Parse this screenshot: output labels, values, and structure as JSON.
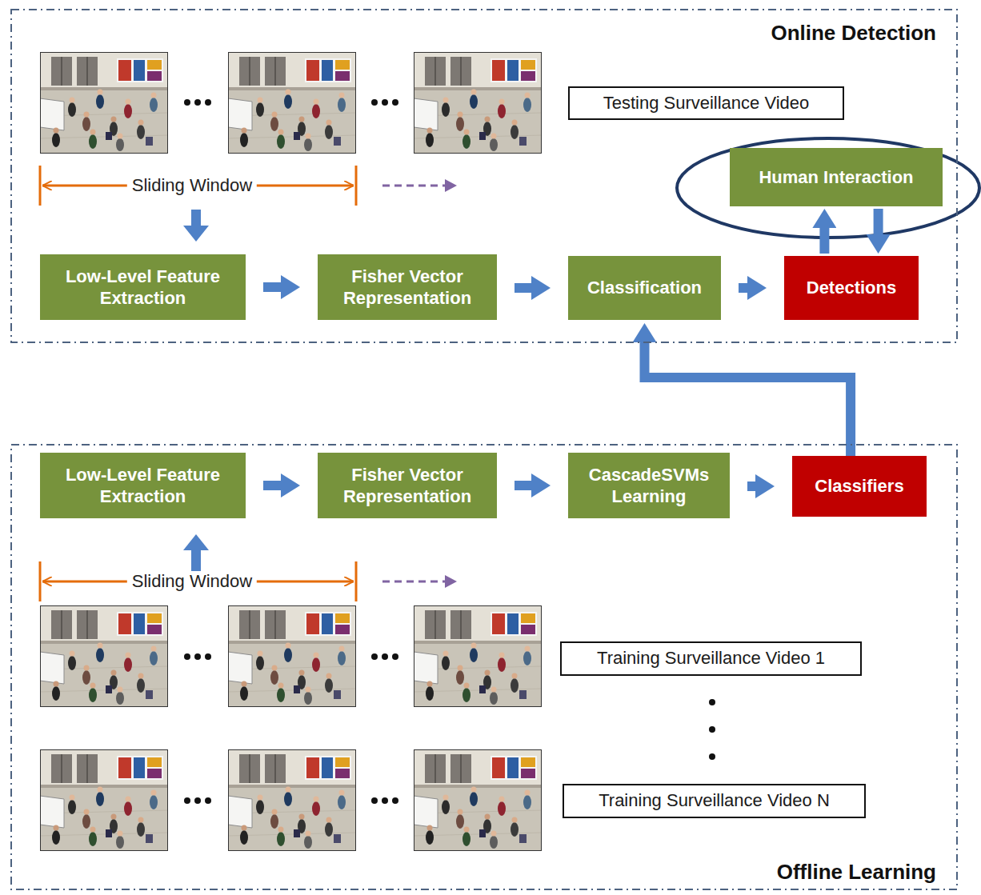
{
  "diagram": {
    "nodes": [
      {
        "text": [
          "Online Detection"
        ]
      },
      {
        "text": [
          "Testing Surveillance Video"
        ],
        "in": 0
      },
      {
        "text": [
          "Human Interaction"
        ],
        "in": 0
      },
      {
        "text": [
          "Low-Level Feature Extraction"
        ],
        "in": 0
      },
      {
        "text": [
          "Fisher Vector Representation"
        ],
        "in": 0
      },
      {
        "text": [
          "Classification"
        ],
        "in": 0
      },
      {
        "text": [
          "Detections"
        ],
        "in": 0
      },
      {
        "text": [
          "Offline Learning"
        ]
      },
      {
        "text": [
          "Low-Level Feature Extraction"
        ],
        "in": 7
      },
      {
        "text": [
          "Fisher Vector Representation"
        ],
        "in": 7
      },
      {
        "text": [
          "CascadeSVMs Learning"
        ],
        "in": 7
      },
      {
        "text": [
          "Classifiers"
        ],
        "in": 7
      },
      {
        "text": [
          "Training Surveillance Video 1"
        ],
        "in": 7
      },
      {
        "text": [
          "Training Surveillance Video N"
        ],
        "in": 7
      }
    ],
    "edges": [
      {
        "from": 3,
        "to": 4,
        "arrow": "to"
      },
      {
        "from": 4,
        "to": 5,
        "arrow": "to"
      },
      {
        "from": 5,
        "to": 6,
        "arrow": "to"
      },
      {
        "from": 6,
        "to": 2,
        "arrow": "to"
      },
      {
        "from": 2,
        "to": 6,
        "arrow": "to"
      },
      {
        "from": 8,
        "to": 9,
        "arrow": "to"
      },
      {
        "from": 9,
        "to": 10,
        "arrow": "to"
      },
      {
        "from": 10,
        "to": 11,
        "arrow": "to"
      },
      {
        "from": 11,
        "to": 5,
        "arrow": "to"
      }
    ],
    "labels": [
      "Sliding Window",
      "Sliding Window"
    ]
  }
}
